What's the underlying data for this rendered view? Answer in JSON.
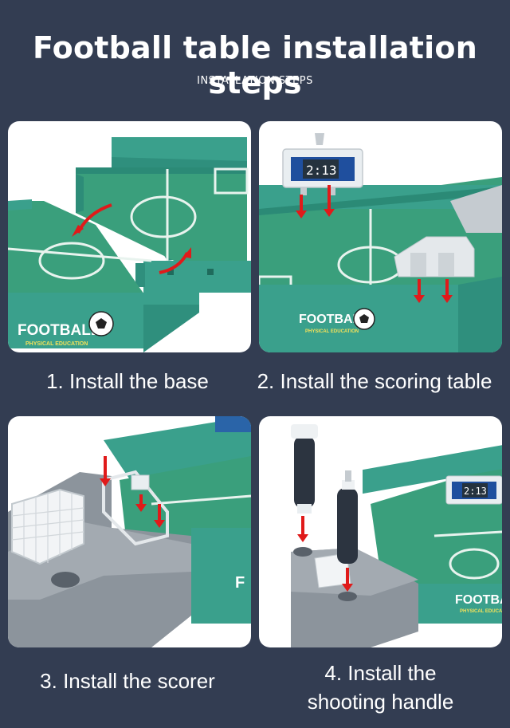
{
  "header": {
    "title": "Football table installation steps",
    "subtitle": "INSTALLATION STEPS"
  },
  "steps": [
    {
      "caption": "1. Install the base",
      "icon": "base-assembly-illustration"
    },
    {
      "caption": "2. Install the scoring table",
      "icon": "scoreboard-illustration"
    },
    {
      "caption": "3. Install the scorer",
      "icon": "goal-scorer-illustration"
    },
    {
      "caption": "4. Install the\nshooting handle",
      "icon": "shooting-handle-illustration"
    }
  ],
  "product_text": {
    "brand": "FOOTBALL",
    "brand_sub": "PHYSICAL EDUCATION",
    "scoreboard_value": "2:13"
  },
  "colors": {
    "background": "#333d52",
    "panel": "#ffffff",
    "rail": "#3a9e8c",
    "field": "#3a9f7c",
    "arrow": "#e01a1a",
    "gray_part": "#8c949c",
    "handle": "#2c3440"
  }
}
